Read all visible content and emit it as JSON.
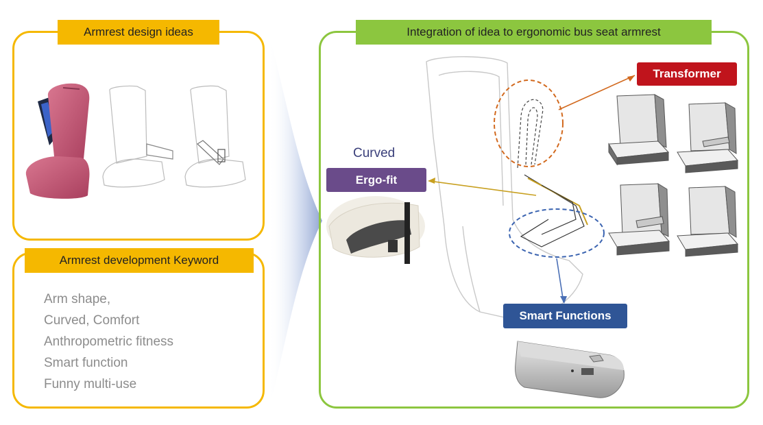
{
  "left": {
    "design_ideas_title": "Armrest design ideas",
    "keyword_title": "Armrest development Keyword",
    "keywords": [
      "Arm shape,",
      "Curved, Comfort",
      "Anthropometric fitness",
      "Smart function",
      "Funny multi-use"
    ]
  },
  "right": {
    "title": "Integration of idea to ergonomic bus seat armrest",
    "curved_label": "Curved",
    "ergofit_label": "Ergo-fit",
    "transformer_label": "Transformer",
    "smart_functions_label": "Smart Functions"
  },
  "colors": {
    "yellow": "#f5b800",
    "green": "#8cc63f",
    "transformer": "#c0141c",
    "ergofit": "#6a4b8a",
    "smart": "#2f5596",
    "transformer_arrow": "#d2691e",
    "ergofit_arrow": "#c8a020",
    "smart_arrow": "#4a6fb5"
  }
}
